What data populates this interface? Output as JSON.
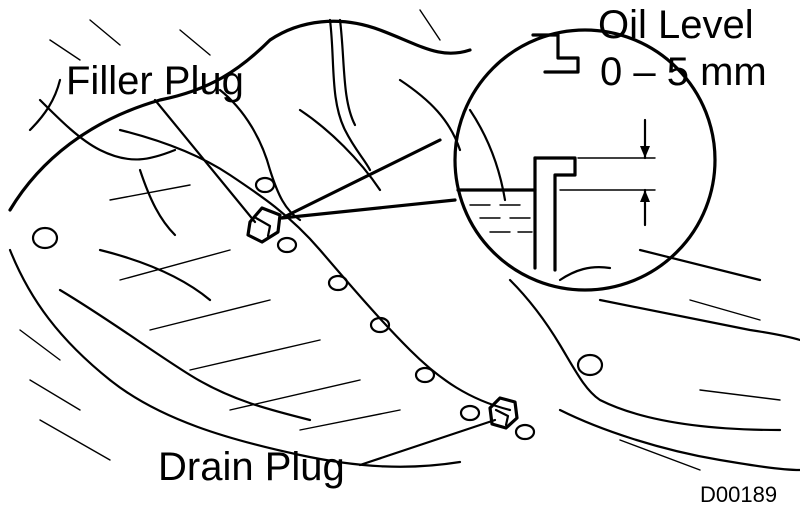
{
  "labels": {
    "filler_plug": "Filler Plug",
    "drain_plug": "Drain Plug",
    "oil_level_title": "Oil Level",
    "oil_level_value": "0 – 5 mm",
    "figure_id": "D00189"
  },
  "icons": [
    "transmission-housing-illustration",
    "filler-plug-icon",
    "drain-plug-icon",
    "oil-level-magnifier"
  ]
}
